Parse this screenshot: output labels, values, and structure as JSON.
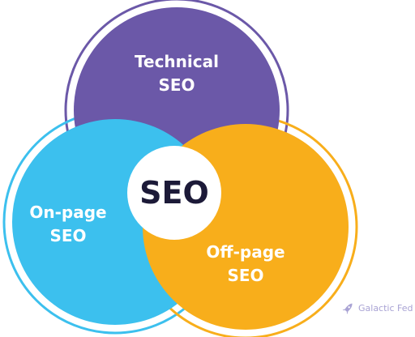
{
  "diagram": {
    "center": {
      "label": "SEO"
    },
    "petals": [
      {
        "key": "technical",
        "line1": "Technical",
        "line2": "SEO"
      },
      {
        "key": "on_page",
        "line1": "On-page",
        "line2": "SEO"
      },
      {
        "key": "off_page",
        "line1": "Off-page",
        "line2": "SEO"
      }
    ]
  },
  "brand": {
    "name": "Galactic Fed",
    "icon": "rocket-icon"
  },
  "colors": {
    "technical": "#6b58a8",
    "on_page": "#3cc0ee",
    "off_page": "#f8ae1b",
    "center_bg": "#ffffff",
    "center_text": "#1c1a38",
    "brand": "#a9a3d4"
  }
}
